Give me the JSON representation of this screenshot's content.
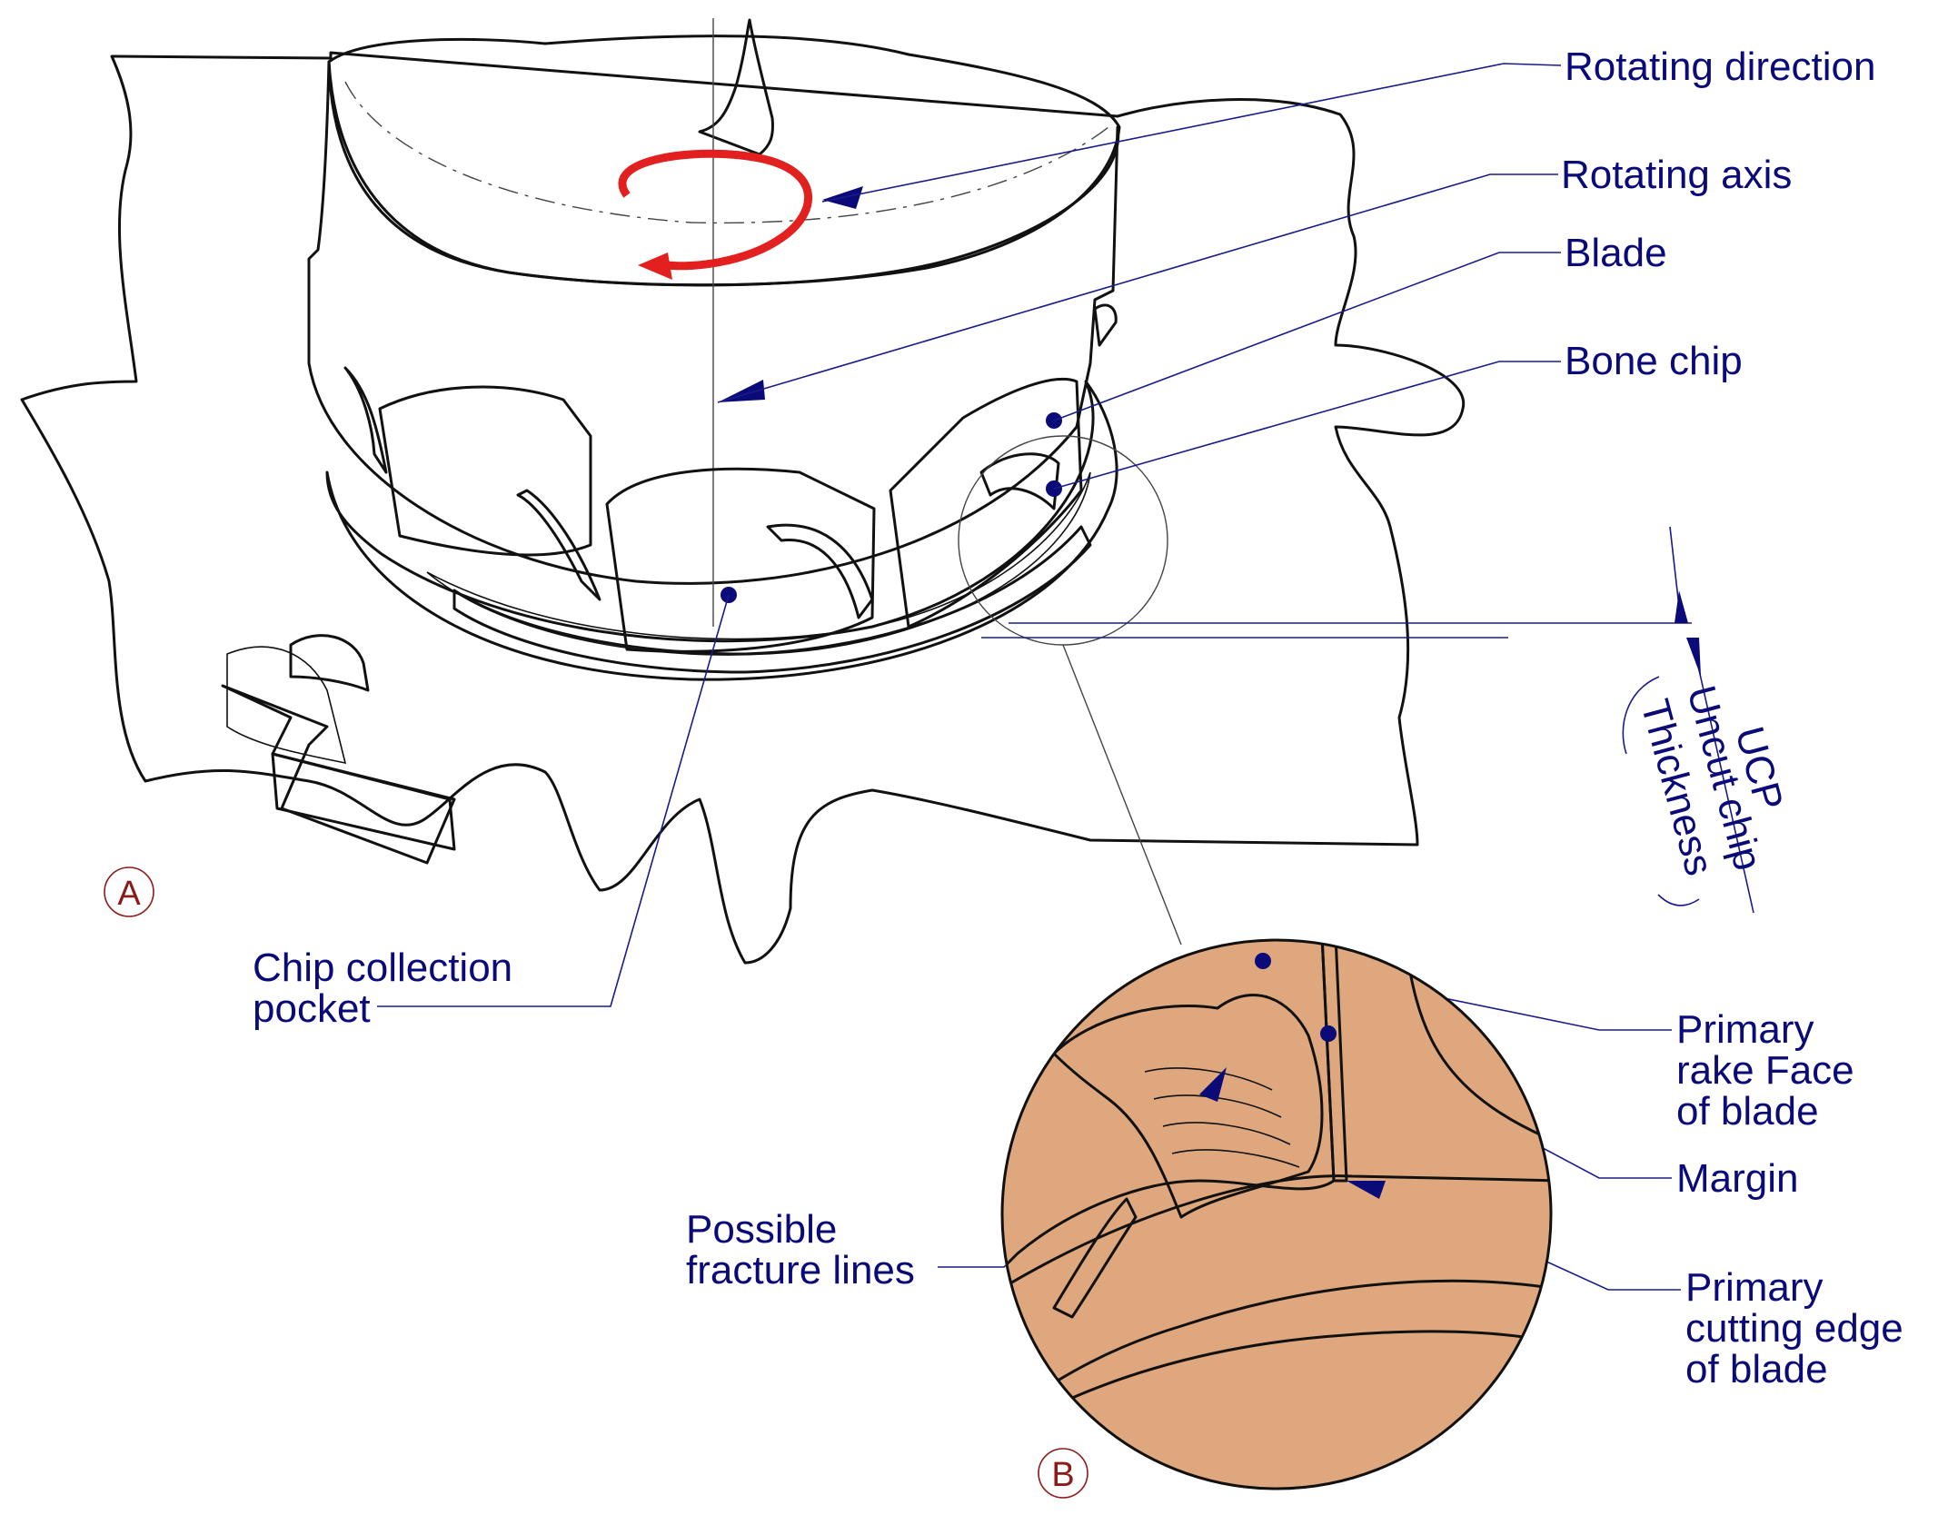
{
  "labels": {
    "rotating_direction": "Rotating direction",
    "rotating_axis": "Rotating axis",
    "blade": "Blade",
    "bone_chip": "Bone chip",
    "chip_collection_line1": "Chip collection",
    "chip_collection_line2": "pocket",
    "ucp": "UCP",
    "uncut_chip_line1": "Uncut chip",
    "uncut_chip_line2": "Thickness",
    "primary_rake_line1": "Primary",
    "primary_rake_line2": "rake Face",
    "primary_rake_line3": "of blade",
    "margin": "Margin",
    "fracture_line1": "Possible",
    "fracture_line2": "fracture lines",
    "cutting_edge_line1": "Primary",
    "cutting_edge_line2": "cutting edge",
    "cutting_edge_line3": "of blade",
    "view_a": "A",
    "view_b": "B"
  },
  "colors": {
    "bone": "#dea77d",
    "bone_light": "#eeb898",
    "tool_top": "#f2eca8",
    "tool_side": "#e8e6f4",
    "label": "#0a0a78",
    "rotation_arrow": "#e32020",
    "view_marker": "#8b1a1a"
  }
}
